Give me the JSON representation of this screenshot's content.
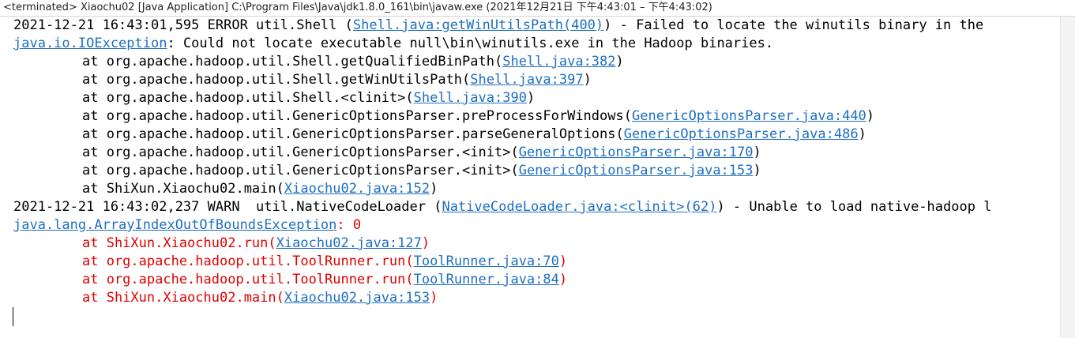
{
  "console": {
    "title": "<terminated> Xiaochu02 [Java Application] C:\\Program Files\\Java\\jdk1.8.0_161\\bin\\javaw.exe  (2021年12月21日 下午4:43:01 – 下午4:43:02)"
  },
  "lines": [
    {
      "segments": [
        {
          "t": "2021-12-21 16:43:01,595 ERROR util.Shell ("
        },
        {
          "t": "Shell.java:getWinUtilsPath(400)",
          "link": true
        },
        {
          "t": ") - Failed to locate the winutils binary in the"
        }
      ]
    },
    {
      "segments": [
        {
          "t": "java.io.IOException",
          "link": true
        },
        {
          "t": ": Could not locate executable null\\bin\\winutils.exe in the Hadoop binaries."
        }
      ]
    },
    {
      "indent": true,
      "segments": [
        {
          "t": "at org.apache.hadoop.util.Shell.getQualifiedBinPath("
        },
        {
          "t": "Shell.java:382",
          "link": true
        },
        {
          "t": ")"
        }
      ]
    },
    {
      "indent": true,
      "segments": [
        {
          "t": "at org.apache.hadoop.util.Shell.getWinUtilsPath("
        },
        {
          "t": "Shell.java:397",
          "link": true
        },
        {
          "t": ")"
        }
      ]
    },
    {
      "indent": true,
      "segments": [
        {
          "t": "at org.apache.hadoop.util.Shell.<clinit>("
        },
        {
          "t": "Shell.java:390",
          "link": true
        },
        {
          "t": ")"
        }
      ]
    },
    {
      "indent": true,
      "segments": [
        {
          "t": "at org.apache.hadoop.util.GenericOptionsParser.preProcessForWindows("
        },
        {
          "t": "GenericOptionsParser.java:440",
          "link": true
        },
        {
          "t": ")"
        }
      ]
    },
    {
      "indent": true,
      "segments": [
        {
          "t": "at org.apache.hadoop.util.GenericOptionsParser.parseGeneralOptions("
        },
        {
          "t": "GenericOptionsParser.java:486",
          "link": true
        },
        {
          "t": ")"
        }
      ]
    },
    {
      "indent": true,
      "segments": [
        {
          "t": "at org.apache.hadoop.util.GenericOptionsParser.<init>("
        },
        {
          "t": "GenericOptionsParser.java:170",
          "link": true
        },
        {
          "t": ")"
        }
      ]
    },
    {
      "indent": true,
      "segments": [
        {
          "t": "at org.apache.hadoop.util.GenericOptionsParser.<init>("
        },
        {
          "t": "GenericOptionsParser.java:153",
          "link": true
        },
        {
          "t": ")"
        }
      ]
    },
    {
      "indent": true,
      "segments": [
        {
          "t": "at ShiXun.Xiaochu02.main("
        },
        {
          "t": "Xiaochu02.java:152",
          "link": true
        },
        {
          "t": ")"
        }
      ]
    },
    {
      "segments": [
        {
          "t": "2021-12-21 16:43:02,237 WARN  util.NativeCodeLoader ("
        },
        {
          "t": "NativeCodeLoader.java:<clinit>(62)",
          "link": true
        },
        {
          "t": ") - Unable to load native-hadoop l"
        }
      ]
    },
    {
      "error": true,
      "segments": [
        {
          "t": "java.lang.ArrayIndexOutOfBoundsException",
          "link": true
        },
        {
          "t": ": 0"
        }
      ]
    },
    {
      "error": true,
      "indent": true,
      "segments": [
        {
          "t": "at ShiXun.Xiaochu02.run("
        },
        {
          "t": "Xiaochu02.java:127",
          "link": true
        },
        {
          "t": ")"
        }
      ]
    },
    {
      "error": true,
      "indent": true,
      "segments": [
        {
          "t": "at org.apache.hadoop.util.ToolRunner.run("
        },
        {
          "t": "ToolRunner.java:70",
          "link": true
        },
        {
          "t": ")"
        }
      ]
    },
    {
      "error": true,
      "indent": true,
      "segments": [
        {
          "t": "at org.apache.hadoop.util.ToolRunner.run("
        },
        {
          "t": "ToolRunner.java:84",
          "link": true
        },
        {
          "t": ")"
        }
      ]
    },
    {
      "error": true,
      "indent": true,
      "segments": [
        {
          "t": "at ShiXun.Xiaochu02.main("
        },
        {
          "t": "Xiaochu02.java:153",
          "link": true
        },
        {
          "t": ")"
        }
      ]
    }
  ],
  "colors": {
    "link": "#1e6fc0",
    "error": "#e00000",
    "normal": "#000000"
  }
}
